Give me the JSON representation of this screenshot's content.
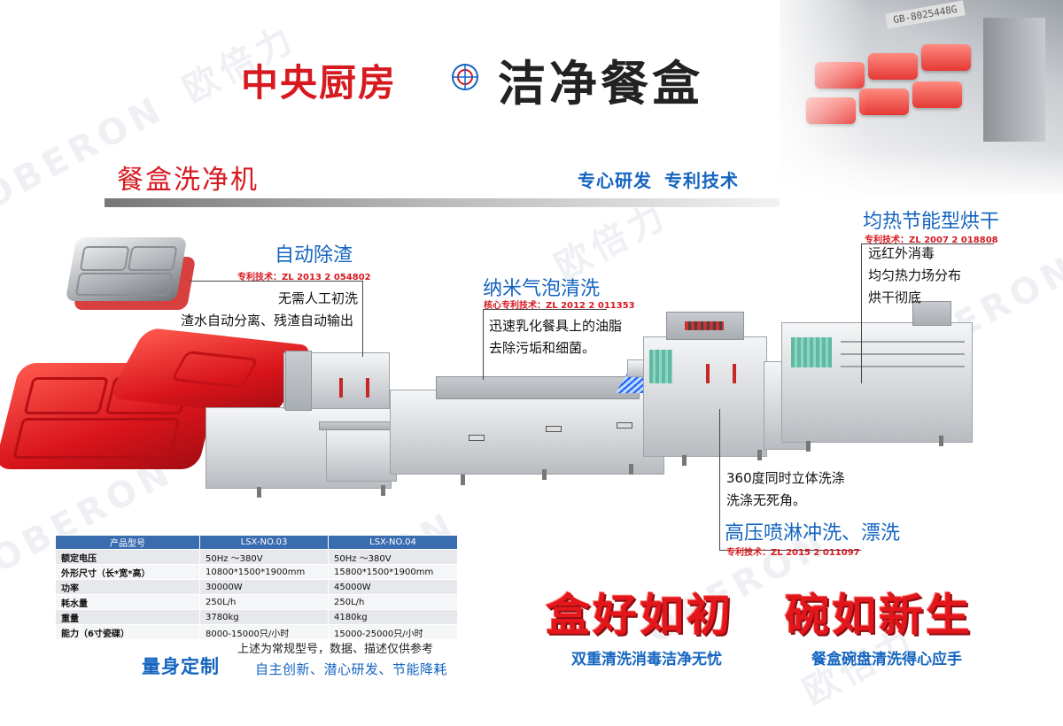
{
  "headline": {
    "left": "中央厨房",
    "right": "洁净餐盒"
  },
  "subtitle": {
    "product": "餐盒洗净机",
    "tag1": "专心研发",
    "tag2": "专利技术"
  },
  "photo": {
    "plate_text": "GB-8025448G"
  },
  "features": {
    "deslag": {
      "title": "自动除渣",
      "patent": "专利技术：ZL 2013 2 054802",
      "lines": [
        "无需人工初洗",
        "渣水自动分离、残渣自动输出"
      ]
    },
    "bubble": {
      "title": "纳米气泡清洗",
      "patent": "核心专利技术：ZL 2012 2 011353",
      "lines": [
        "迅速乳化餐具上的油脂",
        "去除污垢和细菌。"
      ]
    },
    "dry": {
      "title": "均热节能型烘干",
      "patent": "专利技术：ZL 2007 2 018808",
      "lines": [
        "远红外消毒",
        "均匀热力场分布",
        "烘干彻底"
      ]
    },
    "spray": {
      "lines": [
        "360度同时立体洗涤",
        "洗涤无死角。"
      ],
      "title": "高压喷淋冲洗、漂洗",
      "patent": "专利技术：ZL 2015 2 011097"
    }
  },
  "spec_table": {
    "headers": [
      "产品型号",
      "LSX-NO.03",
      "LSX-NO.04"
    ],
    "rows": [
      [
        "额定电压",
        "50Hz ～380V",
        "50Hz ～380V"
      ],
      [
        "外形尺寸（长*宽*高）",
        "10800*1500*1900mm",
        "15800*1500*1900mm"
      ],
      [
        "功率",
        "30000W",
        "45000W"
      ],
      [
        "耗水量",
        "250L/h",
        "250L/h"
      ],
      [
        "重量",
        "3780kg",
        "4180kg"
      ],
      [
        "能力（6寸瓷碟）",
        "8000-15000只/小时",
        "15000-25000只/小时"
      ]
    ]
  },
  "note": "上述为常规型号，数据、描述仅供参考",
  "custom": {
    "title": "量身定制",
    "sub": "自主创新、潜心研发、节能降耗"
  },
  "slogans": {
    "s1": "盒好如初",
    "s1_sub": "双重清洗消毒洁净无忧",
    "s2": "碗如新生",
    "s2_sub": "餐盒碗盘清洗得心应手"
  },
  "watermark": {
    "latin": "OBERON",
    "cjk": "欧倍力"
  },
  "colors": {
    "brand_red": "#d71920",
    "brand_blue": "#1565c0",
    "steel": "#d5d8db"
  }
}
